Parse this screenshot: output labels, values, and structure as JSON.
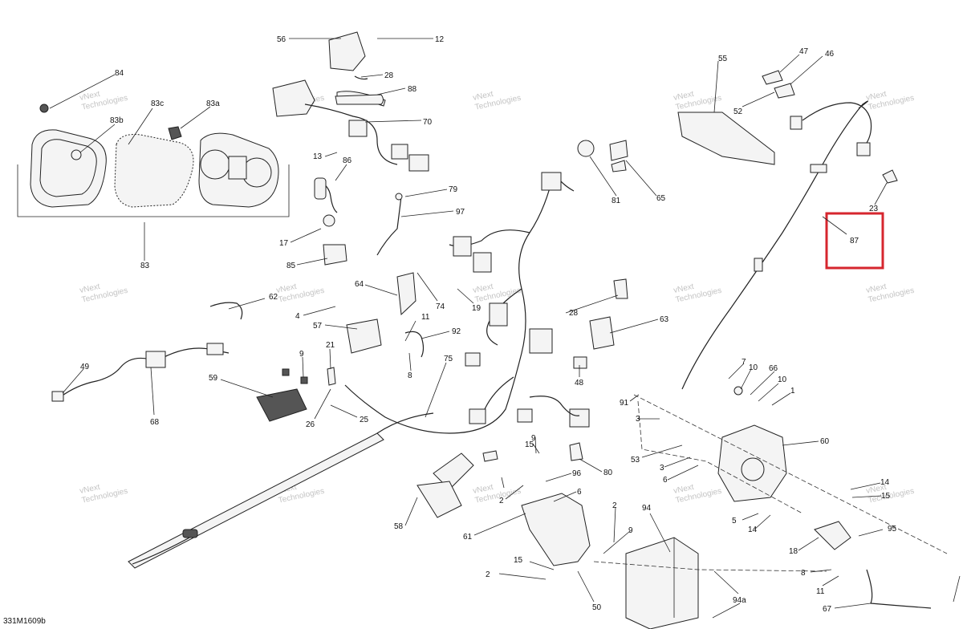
{
  "drawing_ref": "331M1609b",
  "watermark_text": [
    "vNext",
    "Technologies"
  ],
  "highlight": {
    "label": "87",
    "color": "#d6262e"
  },
  "callouts": [
    "56",
    "12",
    "28",
    "88",
    "70",
    "13",
    "86",
    "84",
    "83c",
    "83a",
    "83b",
    "83",
    "79",
    "97",
    "17",
    "85",
    "47",
    "46",
    "55",
    "52",
    "23",
    "87",
    "81",
    "65",
    "64",
    "74",
    "19",
    "4",
    "57",
    "11",
    "92",
    "28",
    "63",
    "9",
    "21",
    "49",
    "68",
    "59",
    "26",
    "25",
    "75",
    "8",
    "48",
    "7",
    "10",
    "66",
    "10",
    "1",
    "91",
    "3",
    "60",
    "53",
    "3",
    "6",
    "9",
    "15",
    "80",
    "96",
    "6",
    "14",
    "5",
    "14",
    "15",
    "95",
    "18",
    "62",
    "2",
    "61",
    "58",
    "94",
    "2",
    "9",
    "50",
    "94a",
    "8",
    "11",
    "67",
    "15",
    "2"
  ]
}
